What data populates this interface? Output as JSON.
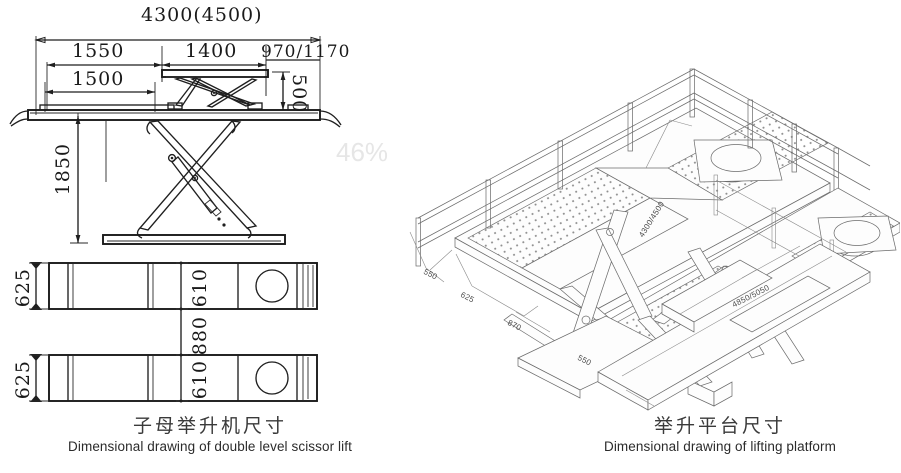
{
  "figure": {
    "background": "#ffffff",
    "line_color": "#1f1f1f",
    "iso_line_color": "#6b6b6b",
    "watermark_color": "#e6e6e6"
  },
  "watermark": {
    "text": "46%"
  },
  "left_drawing": {
    "name": "double-level-scissor-lift-elevation",
    "overall_dim": "4300(4500)",
    "dimensions": {
      "d_1550": "1550",
      "d_1400": "1400",
      "d_970_1170": "970/1170",
      "d_1500": "1500",
      "d_500": "500",
      "d_1850": "1850"
    },
    "plan_dimensions": {
      "top_left_625": "625",
      "bottom_left_625": "625",
      "top_610": "610",
      "gap_880": "880",
      "bottom_610": "610"
    },
    "caption_cn": "子母举升机尺寸",
    "caption_en": "Dimensional drawing of double level scissor lift"
  },
  "right_drawing": {
    "name": "lifting-platform-isometric",
    "dimensions": {
      "d_550_top": "550",
      "d_625": "625",
      "d_870": "870",
      "d_550_bottom": "550",
      "d_platform_length": "4300/4500",
      "d_base_length": "4850/5050"
    },
    "caption_cn": "举升平台尺寸",
    "caption_en": "Dimensional drawing of lifting platform"
  }
}
